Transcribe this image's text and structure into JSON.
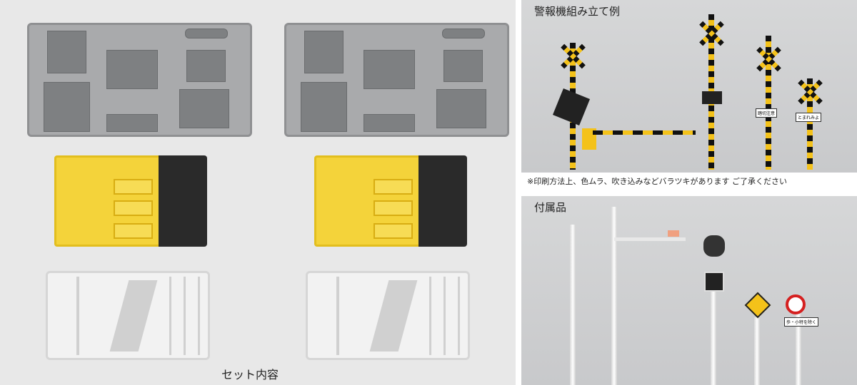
{
  "left_panel": {
    "caption": "セット内容"
  },
  "assembly_example": {
    "title": "警報機組み立て例",
    "note": "※印刷方法上、色ムラ、吹き込みなどバラツキがあります ご了承ください",
    "sign_labels": [
      "踏切注意",
      "とまれみよ"
    ]
  },
  "accessories": {
    "title": "付属品",
    "sign_labels": [
      "歩・小特を除く"
    ]
  },
  "colors": {
    "sprue_gray": "#a9aaac",
    "sprue_yellow": "#f4d33a",
    "sprue_black": "#2a2a2a",
    "sprue_white": "#f2f2f2",
    "barrier_yellow": "#f4c21a"
  }
}
